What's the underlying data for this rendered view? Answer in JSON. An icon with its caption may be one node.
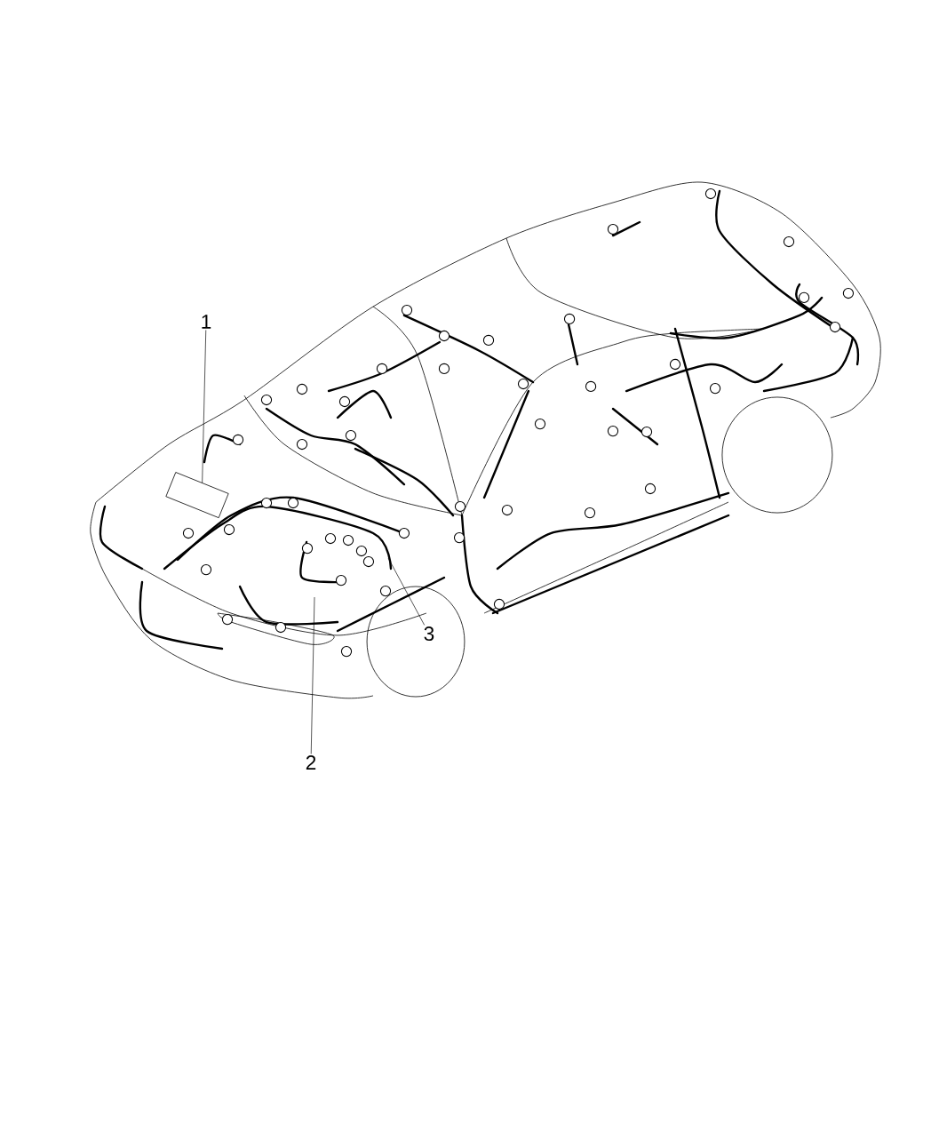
{
  "diagram": {
    "nodes": [
      {
        "text": [
          "1"
        ]
      },
      {
        "text": [
          "2"
        ]
      },
      {
        "text": [
          "3"
        ]
      },
      {
        "text": [],
        "shape": "box"
      }
    ],
    "edges": [
      {
        "from": 0,
        "to": 3,
        "arrow": "none"
      },
      {
        "from": 1,
        "to": null,
        "arrow": "none"
      },
      {
        "from": 2,
        "to": null,
        "arrow": "none"
      }
    ]
  }
}
